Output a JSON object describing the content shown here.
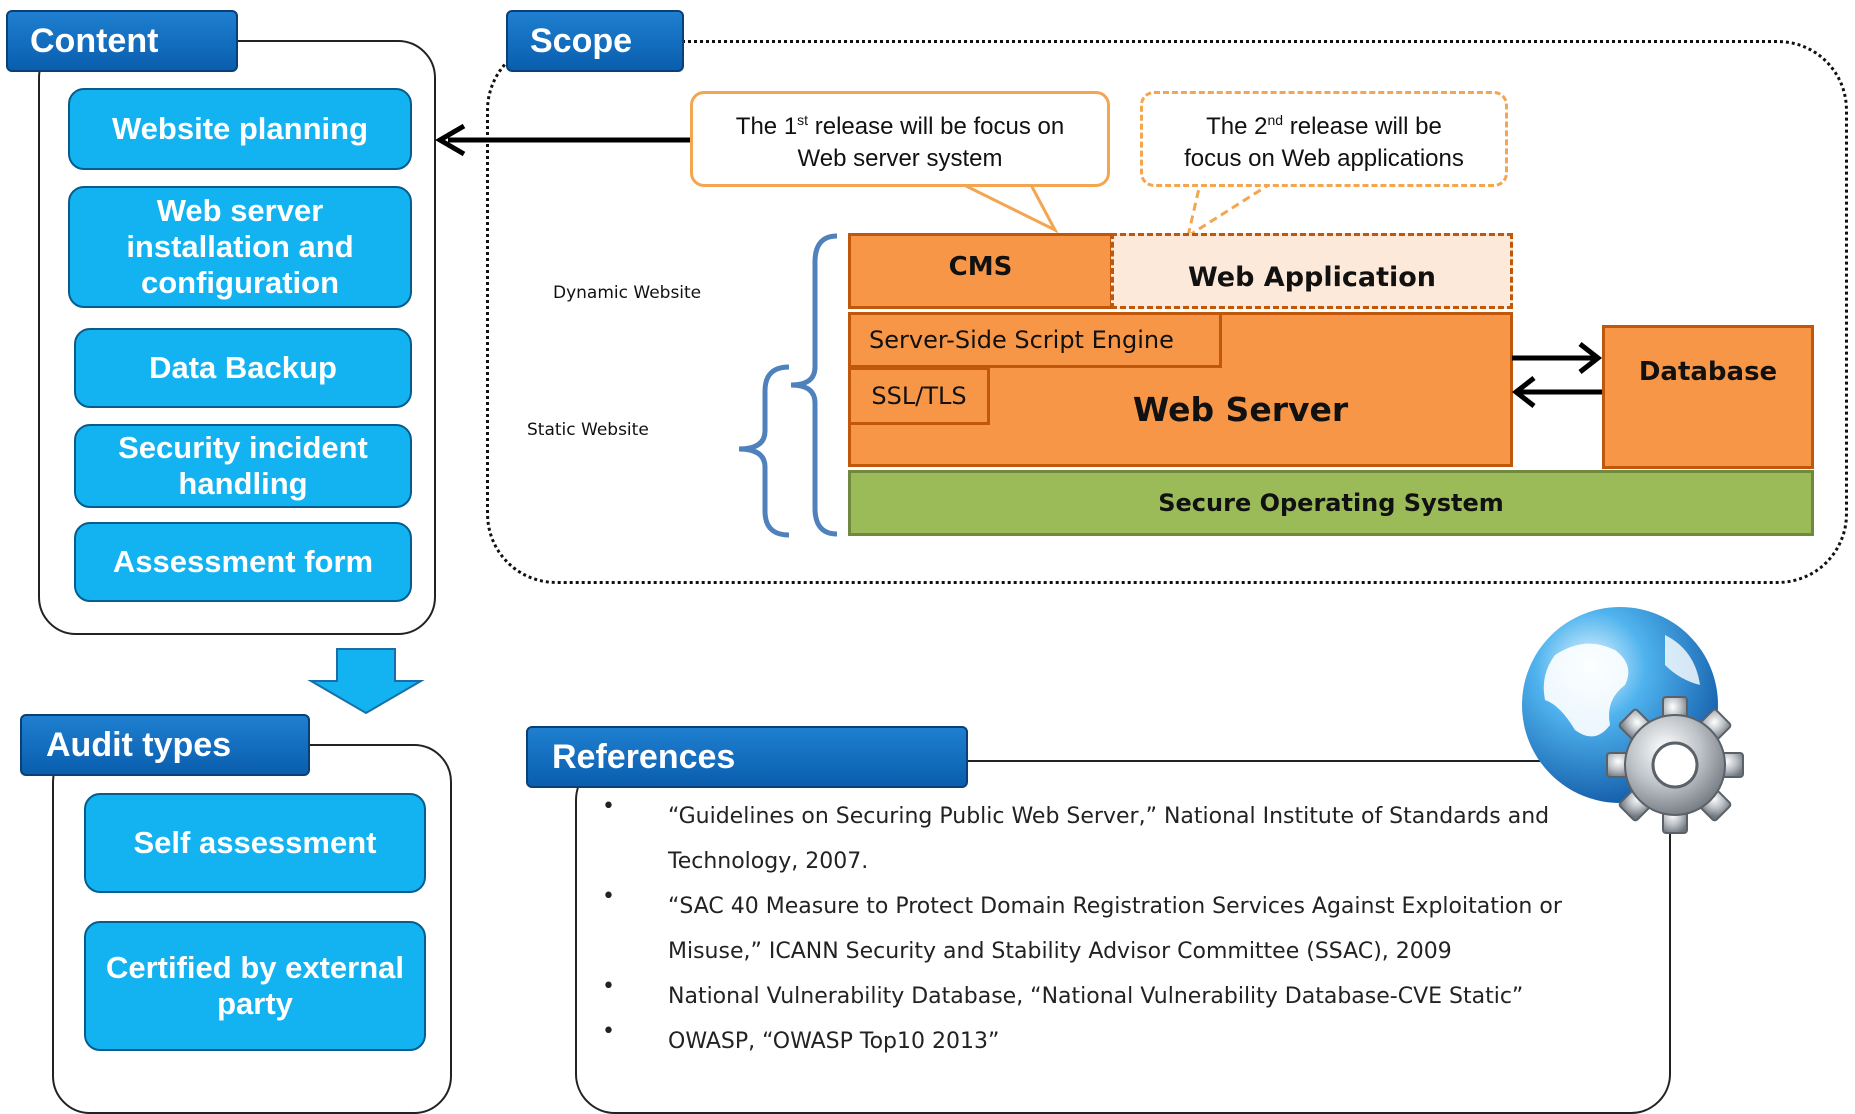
{
  "content": {
    "title": "Content",
    "items": [
      "Website planning",
      "Web server installation and configuration",
      "Data Backup",
      "Security incident handling",
      "Assessment form"
    ]
  },
  "audit_types": {
    "title": "Audit types",
    "items": [
      "Self assessment",
      "Certified by external party"
    ]
  },
  "scope": {
    "title": "Scope",
    "callout1": {
      "pre": "The 1",
      "sup": "st",
      "post": " release will be focus on",
      "line2": "Web server system"
    },
    "callout2": {
      "pre": "The 2",
      "sup": "nd",
      "post": "  release will be",
      "line2": "focus on Web applications"
    },
    "dynamic_label": "Dynamic Website",
    "static_label": "Static Website",
    "layers": {
      "cms": "CMS",
      "web_application": "Web Application",
      "script_engine": "Server-Side Script Engine",
      "ssl": "SSL/TLS",
      "web_server": "Web Server",
      "database": "Database",
      "os": "Secure Operating System"
    }
  },
  "references": {
    "title": "References",
    "items": [
      "“Guidelines on Securing Public Web Server,” National Institute of Standards and Technology, 2007.",
      "“SAC 40 Measure to Protect Domain Registration Services Against Exploitation or Misuse,” ICANN Security and Stability Advisor Committee (SSAC), 2009",
      "National Vulnerability Database, “National Vulnerability Database-CVE Static”",
      "OWASP, “OWASP Top10 2013”"
    ]
  },
  "colors": {
    "tab_blue": "#0a5eae",
    "button_cyan": "#12b3f0",
    "layer_orange": "#f79646",
    "layer_border": "#c0570b",
    "web_app_fill": "#fde9d9",
    "os_green": "#9bbb59",
    "bracket_blue": "#4f81bd"
  },
  "icons": [
    "globe-gear-icon",
    "down-arrow-icon"
  ]
}
